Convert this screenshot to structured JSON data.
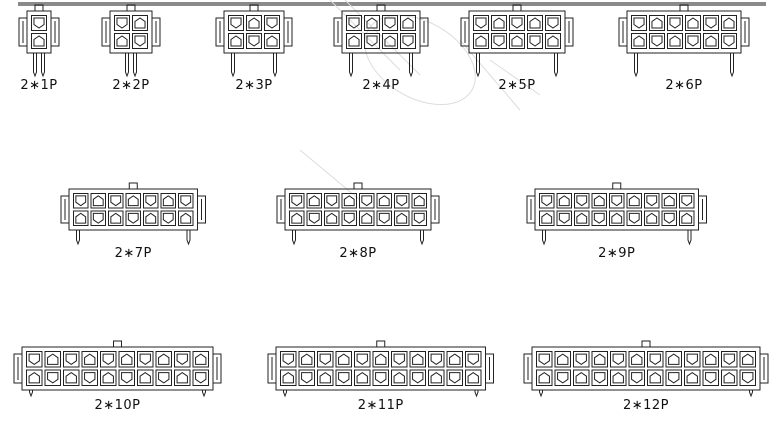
{
  "connectors": [
    {
      "label": "2∗1P",
      "pins_per_row": 1
    },
    {
      "label": "2∗2P",
      "pins_per_row": 2
    },
    {
      "label": "2∗3P",
      "pins_per_row": 3
    },
    {
      "label": "2∗4P",
      "pins_per_row": 4
    },
    {
      "label": "2∗5P",
      "pins_per_row": 5
    },
    {
      "label": "2∗6P",
      "pins_per_row": 6
    },
    {
      "label": "2∗7P",
      "pins_per_row": 7
    },
    {
      "label": "2∗8P",
      "pins_per_row": 8
    },
    {
      "label": "2∗9P",
      "pins_per_row": 9
    },
    {
      "label": "2∗10P",
      "pins_per_row": 10
    },
    {
      "label": "2∗11P",
      "pins_per_row": 11
    },
    {
      "label": "2∗12P",
      "pins_per_row": 12
    }
  ],
  "colors": {
    "line": "#222222",
    "background": "#ffffff",
    "rule": "#8a8a8a",
    "watermark": "#d6d6d6"
  }
}
